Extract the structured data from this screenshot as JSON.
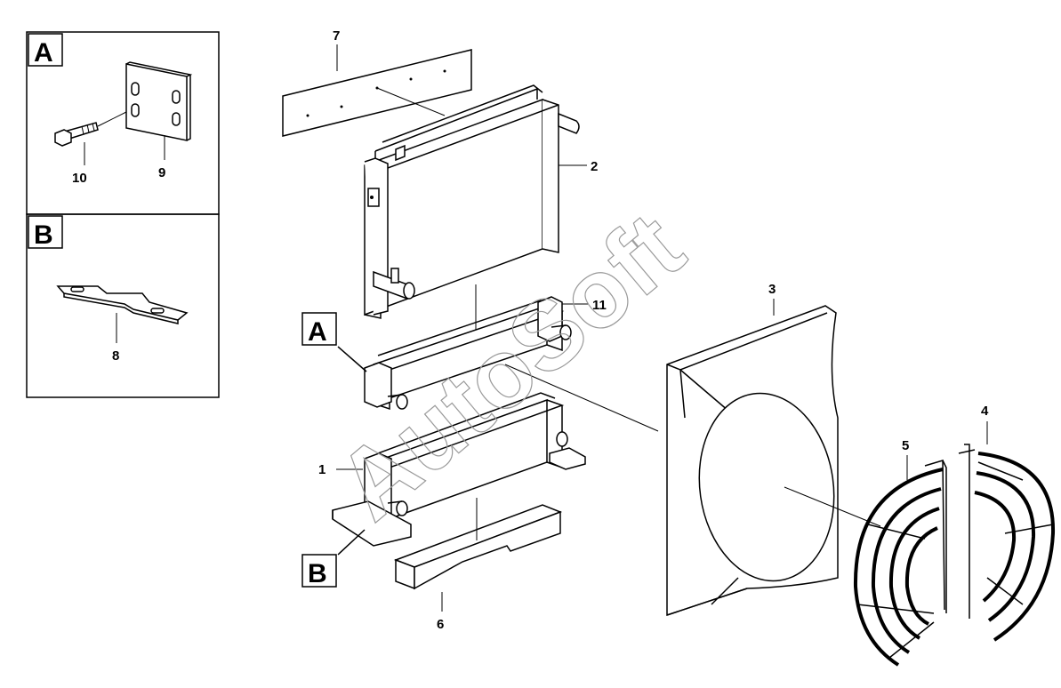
{
  "watermark": "AutoSoft",
  "detail_boxes": [
    {
      "letter": "A",
      "part_labels": [
        "10",
        "9"
      ]
    },
    {
      "letter": "B",
      "part_labels": [
        "8"
      ]
    }
  ],
  "callouts": {
    "a": "A",
    "b": "B"
  },
  "part_labels": [
    "1",
    "2",
    "3",
    "4",
    "5",
    "6",
    "7",
    "11"
  ]
}
